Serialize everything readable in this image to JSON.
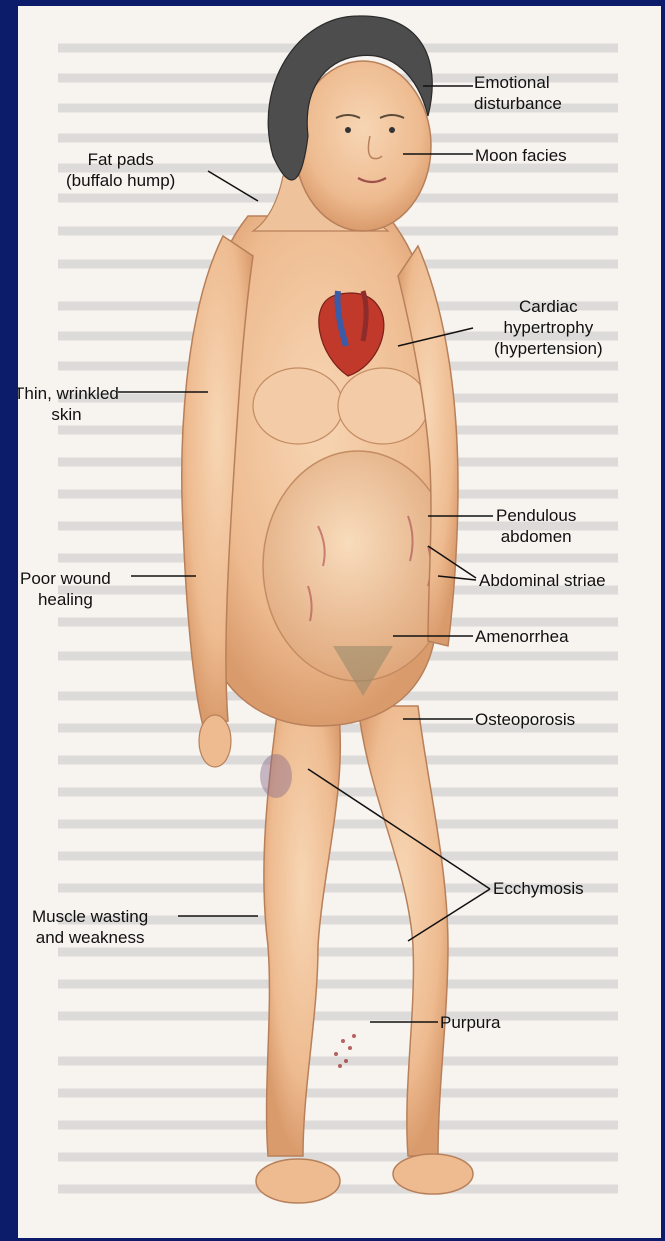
{
  "labels": {
    "emotional": "Emotional\ndisturbance",
    "fat_pads": "Fat pads\n(buffalo hump)",
    "moon": "Moon facies",
    "cardiac": "Cardiac\nhypertrophy\n(hypertension)",
    "thin_skin": "Thin, wrinkled\nskin",
    "pendulous": "Pendulous\nabdomen",
    "poor_wound": "Poor wound\nhealing",
    "striae": "Abdominal striae",
    "amenorrhea": "Amenorrhea",
    "osteoporosis": "Osteoporosis",
    "ecchymosis": "Ecchymosis",
    "muscle": "Muscle wasting\nand weakness",
    "purpura": "Purpura"
  },
  "colors": {
    "page_border": "#0d1b6b",
    "paper": "#f7f4f0",
    "skin": "#f2c9a3",
    "hair": "#4a4a4a"
  }
}
